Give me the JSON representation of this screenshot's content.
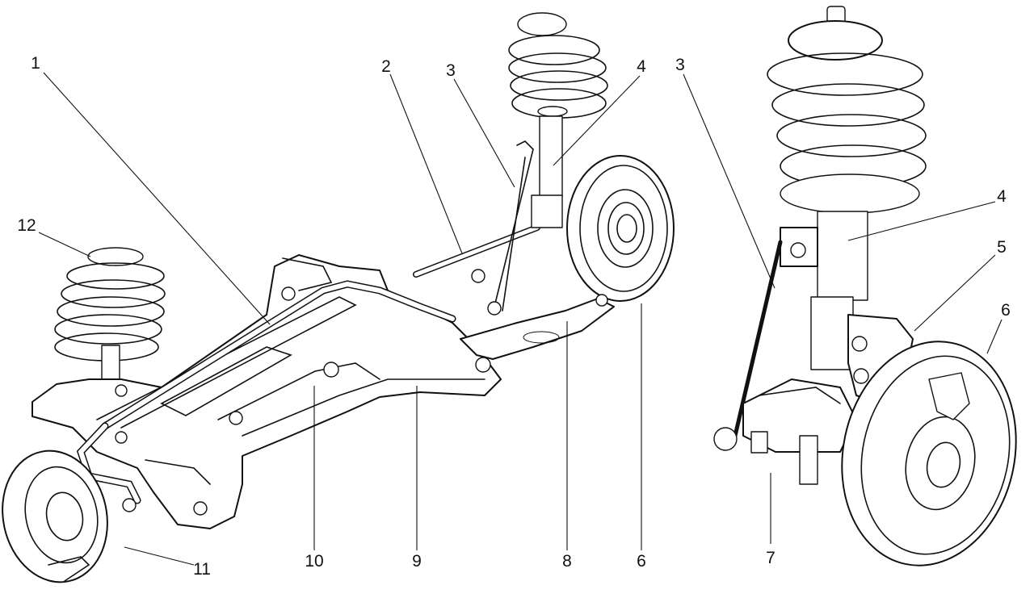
{
  "callouts": [
    {
      "id": "c1",
      "text": "1"
    },
    {
      "id": "c2",
      "text": "2"
    },
    {
      "id": "c3a",
      "text": "3"
    },
    {
      "id": "c4a",
      "text": "4"
    },
    {
      "id": "c3b",
      "text": "3"
    },
    {
      "id": "c4b",
      "text": "4"
    },
    {
      "id": "c5",
      "text": "5"
    },
    {
      "id": "c6a",
      "text": "6"
    },
    {
      "id": "c12",
      "text": "12"
    },
    {
      "id": "c11",
      "text": "11"
    },
    {
      "id": "c10",
      "text": "10"
    },
    {
      "id": "c9",
      "text": "9"
    },
    {
      "id": "c8",
      "text": "8"
    },
    {
      "id": "c6b",
      "text": "6"
    },
    {
      "id": "c7",
      "text": "7"
    }
  ]
}
